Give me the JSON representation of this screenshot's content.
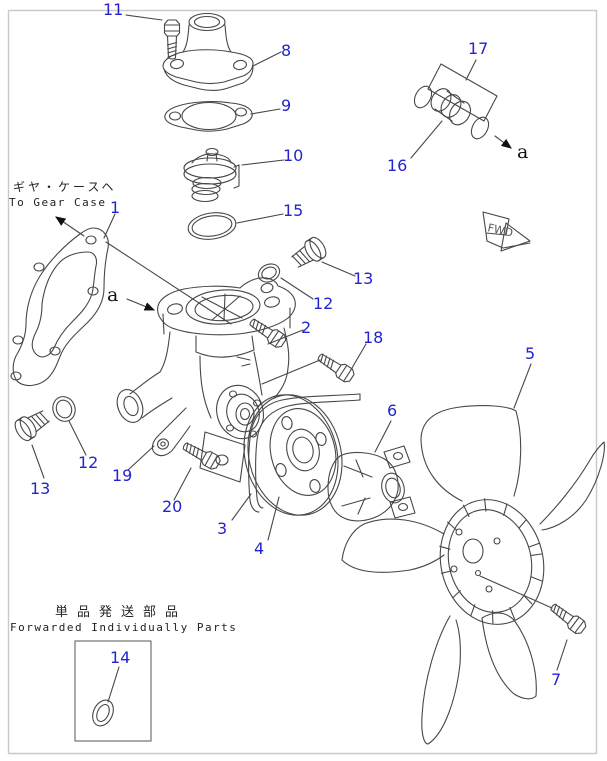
{
  "colors": {
    "callout_blue": "#2324cf",
    "line_gray": "#474747",
    "frame_gray": "#c9c9c9",
    "arrow_black": "#111111",
    "background": "#ffffff"
  },
  "annotations": {
    "gear_case_jp": "ギヤ・ケースヘ",
    "gear_case_en": "To Gear Case",
    "forwarded_jp": "単品発送部品",
    "forwarded_en": "Forwarded Individually Parts",
    "fwd": "FWD",
    "view_a": "a"
  },
  "callouts": {
    "p1": "1",
    "p2": "2",
    "p3": "3",
    "p4": "4",
    "p5": "5",
    "p6": "6",
    "p7": "7",
    "p8": "8",
    "p9": "9",
    "p10": "10",
    "p11": "11",
    "p12": "12",
    "p13": "13",
    "p14": "14",
    "p15": "15",
    "p16": "16",
    "p17": "17",
    "p18": "18",
    "p19": "19",
    "p20": "20"
  }
}
